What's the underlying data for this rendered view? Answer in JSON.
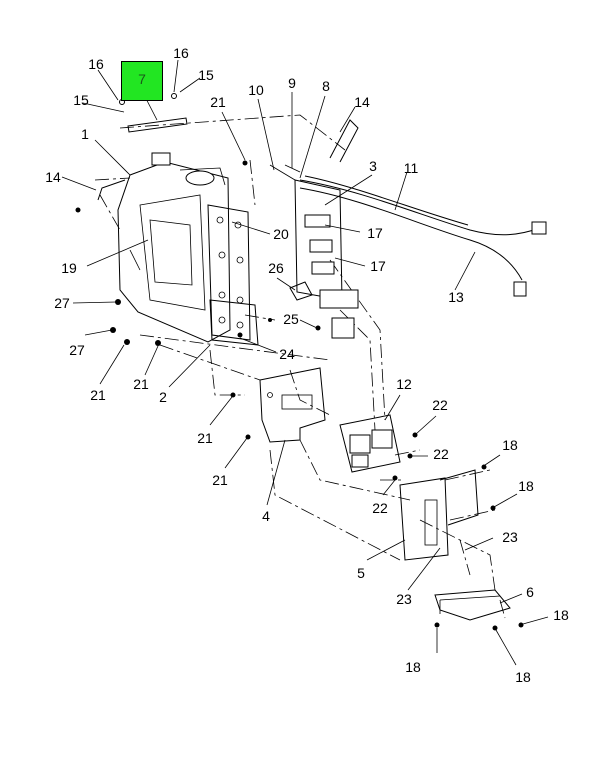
{
  "highlight": {
    "label": "7",
    "color": "#22e622"
  },
  "callouts": [
    "16",
    "16",
    "15",
    "15",
    "21",
    "10",
    "9",
    "8",
    "14",
    "1",
    "14",
    "3",
    "11",
    "20",
    "17",
    "19",
    "17",
    "13",
    "26",
    "27",
    "25",
    "27",
    "24",
    "21",
    "21",
    "2",
    "12",
    "22",
    "21",
    "22",
    "18",
    "21",
    "22",
    "4",
    "18",
    "23",
    "5",
    "23",
    "6",
    "18",
    "18",
    "18"
  ]
}
